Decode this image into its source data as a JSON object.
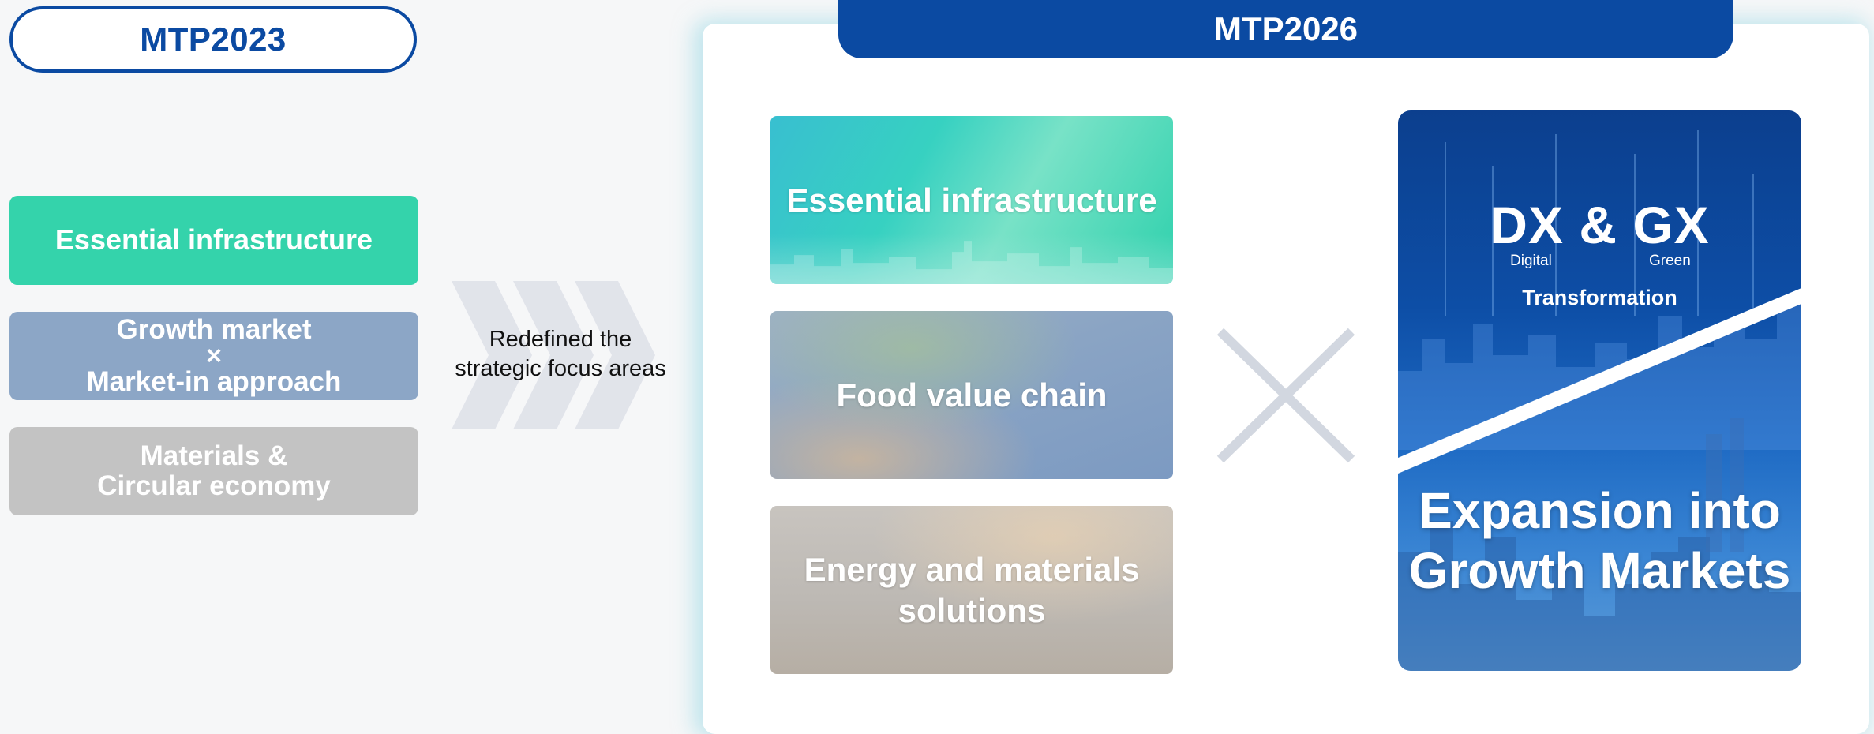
{
  "mtp2023": {
    "title": "MTP2023",
    "areas": [
      {
        "lines": [
          "Essential infrastructure"
        ],
        "color": "#34d3ab"
      },
      {
        "lines": [
          "Growth market",
          "×",
          "Market-in approach"
        ],
        "color": "#8ca6c6"
      },
      {
        "lines": [
          "Materials &",
          "Circular economy"
        ],
        "color": "#c3c3c3"
      }
    ]
  },
  "transition": {
    "line1": "Redefined the",
    "line2": "strategic focus areas"
  },
  "mtp2026": {
    "title": "MTP2026",
    "focus_areas": [
      {
        "lines": [
          "Essential infrastructure"
        ]
      },
      {
        "lines": [
          "Food value chain"
        ]
      },
      {
        "lines": [
          "Energy and materials",
          "solutions"
        ]
      }
    ],
    "dx_gx": {
      "title": "DX & GX",
      "sub_left": "Digital",
      "sub_right": "Green",
      "transformation": "Transformation",
      "expansion_line1": "Expansion into",
      "expansion_line2": "Growth Markets"
    }
  },
  "colors": {
    "brand_blue": "#0b4aa2",
    "chevron_gray": "#e1e4ea",
    "cross_gray": "#d2d7e0"
  },
  "icons": {
    "chevron": "triple-chevron-right",
    "cross": "multiply-x"
  }
}
